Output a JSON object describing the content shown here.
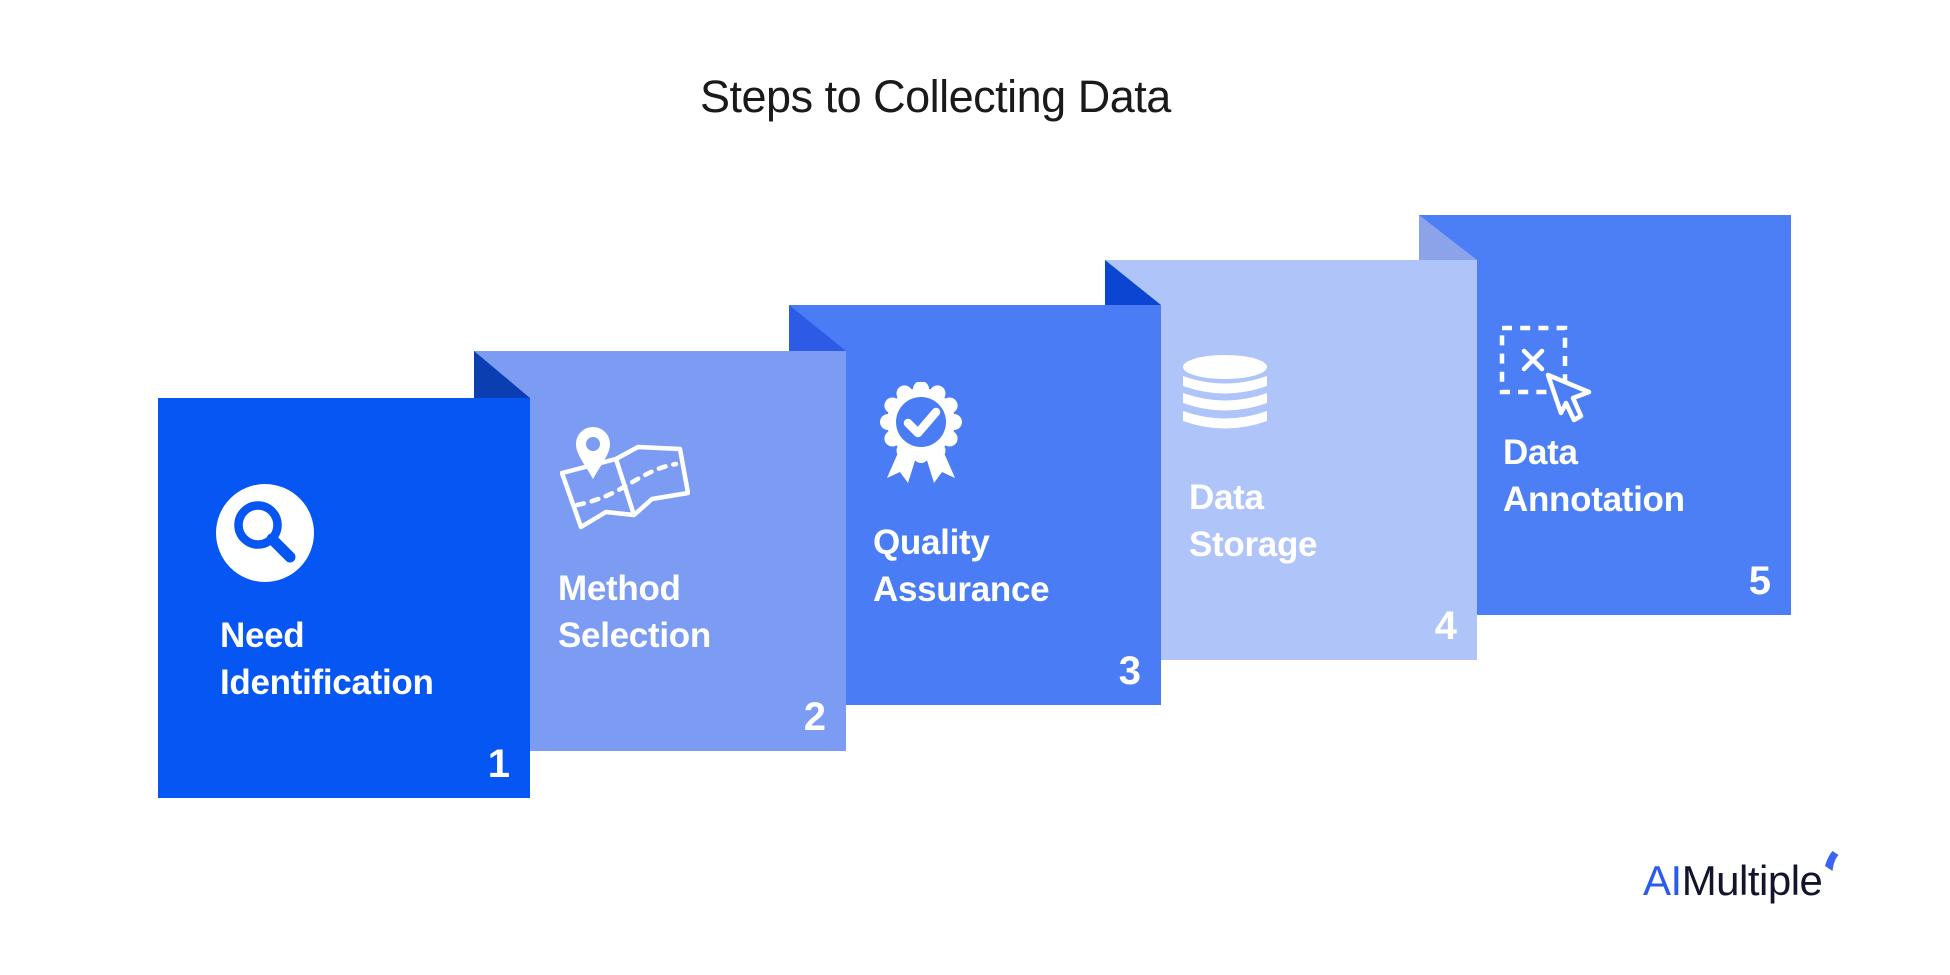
{
  "title": "Steps to Collecting Data",
  "steps": [
    {
      "number": "1",
      "line1": "Need",
      "line2": "Identification",
      "icon": "search-icon",
      "color": "#0556F2",
      "fold_color": null
    },
    {
      "number": "2",
      "line1": "Method",
      "line2": "Selection",
      "icon": "map-route-icon",
      "color": "#7C9CF3",
      "fold_color": "#0A3EB2"
    },
    {
      "number": "3",
      "line1": "Quality",
      "line2": "Assurance",
      "icon": "quality-badge-icon",
      "color": "#4A7CF6",
      "fold_color": "#2D5BE6"
    },
    {
      "number": "4",
      "line1": "Data",
      "line2": "Storage",
      "icon": "database-icon",
      "color": "#AFC4F9",
      "fold_color": "#0A46D2"
    },
    {
      "number": "5",
      "line1": "Data",
      "line2": "Annotation",
      "icon": "annotation-cursor-icon",
      "color": "#8CA3E9",
      "fold_color": "#8CA3E9"
    }
  ],
  "card5_color": "#4C7FF6",
  "logo": {
    "prefix": "AI",
    "suffix": "Multiple",
    "prefix_color": "#2B5AEE",
    "suffix_color": "#12142B",
    "mark_color": "#3E63F2"
  },
  "colors": {
    "background": "#FFFFFF",
    "title_text": "#1A1A1D",
    "card_text": "#FFFFFF"
  }
}
